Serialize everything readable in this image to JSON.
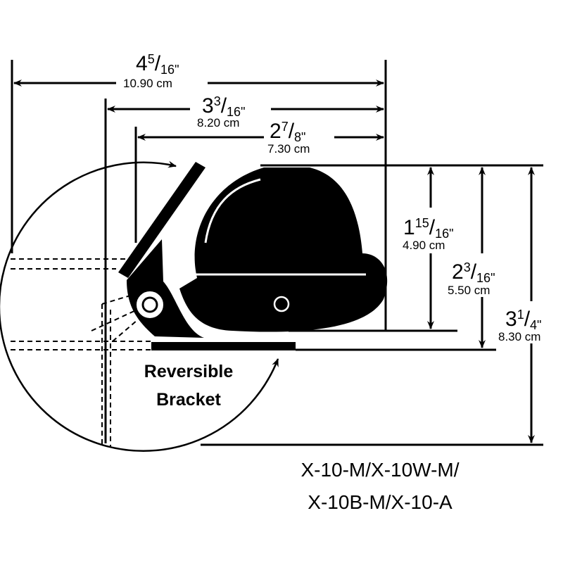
{
  "dimensions": {
    "overall_width": {
      "whole": "4",
      "num": "5",
      "den": "16\"",
      "cm": "10.90 cm"
    },
    "body_width": {
      "whole": "3",
      "num": "3",
      "den": "16\"",
      "cm": "8.20 cm"
    },
    "dome_width": {
      "whole": "2",
      "num": "7",
      "den": "8\"",
      "cm": "7.30 cm"
    },
    "dome_height": {
      "whole": "1",
      "num": "15",
      "den": "16\"",
      "cm": "4.90 cm"
    },
    "body_height": {
      "whole": "2",
      "num": "3",
      "den": "16\"",
      "cm": "5.50 cm"
    },
    "overall_height": {
      "whole": "3",
      "num": "1",
      "den": "4\"",
      "cm": "8.30 cm"
    }
  },
  "callout": {
    "line1": "Reversible",
    "line2": "Bracket"
  },
  "models": {
    "line1": "X-10-M/X-10W-M/",
    "line2": "X-10B-M/X-10-A"
  }
}
